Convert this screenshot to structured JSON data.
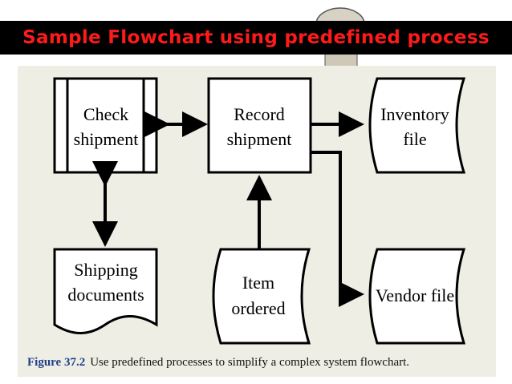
{
  "header": {
    "title": "Sample Flowchart using predefined process"
  },
  "diagram": {
    "nodes": {
      "check_shipment": [
        "Check",
        "shipment"
      ],
      "record_shipment": [
        "Record",
        "shipment"
      ],
      "inventory_file": [
        "Inventory",
        "file"
      ],
      "shipping_documents": [
        "Shipping",
        "documents"
      ],
      "item_ordered": [
        "Item",
        "ordered"
      ],
      "vendor_file": [
        "Vendor file"
      ]
    }
  },
  "caption": {
    "figure_label": "Figure 37.2",
    "text": "Use predefined processes to simplify a complex system flowchart."
  },
  "colors": {
    "title_bg": "#000000",
    "title_text": "#ff1a1a",
    "panel_bg": "#efeee4"
  }
}
